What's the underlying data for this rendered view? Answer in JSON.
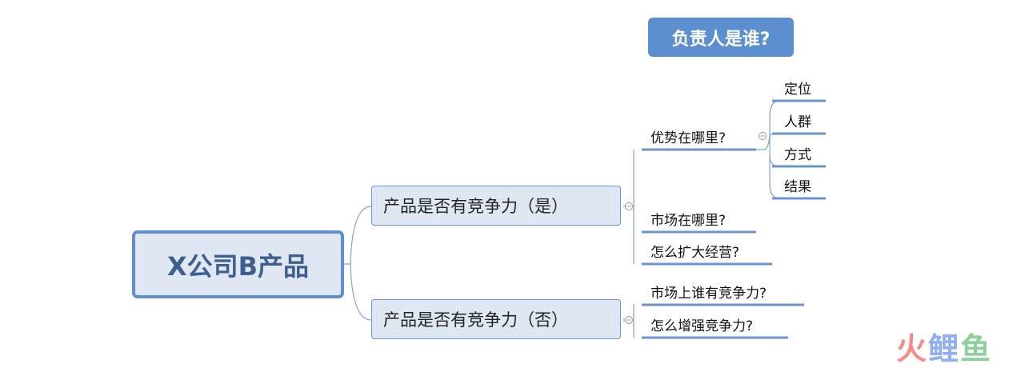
{
  "title_tag": "负责人是谁?",
  "root": "X公司B产品",
  "branches": [
    {
      "label": "产品是否有竞争力（是）",
      "children": [
        {
          "label": "优势在哪里?",
          "children": [
            "定位",
            "人群",
            "方式",
            "结果"
          ]
        },
        {
          "label": "市场在哪里?"
        },
        {
          "label": "怎么扩大经营?"
        }
      ]
    },
    {
      "label": "产品是否有竞争力（否）",
      "children": [
        {
          "label": "市场上谁有竞争力?"
        },
        {
          "label": "怎么增强竞争力?"
        }
      ]
    }
  ],
  "watermark": {
    "chars": [
      "火",
      "鲤",
      "鱼"
    ],
    "colors": [
      "#f48a8a",
      "#8fb0ec",
      "#8fcf9c"
    ]
  },
  "colors": {
    "accent": "#5b8fd0",
    "line": "#6b95cc"
  }
}
